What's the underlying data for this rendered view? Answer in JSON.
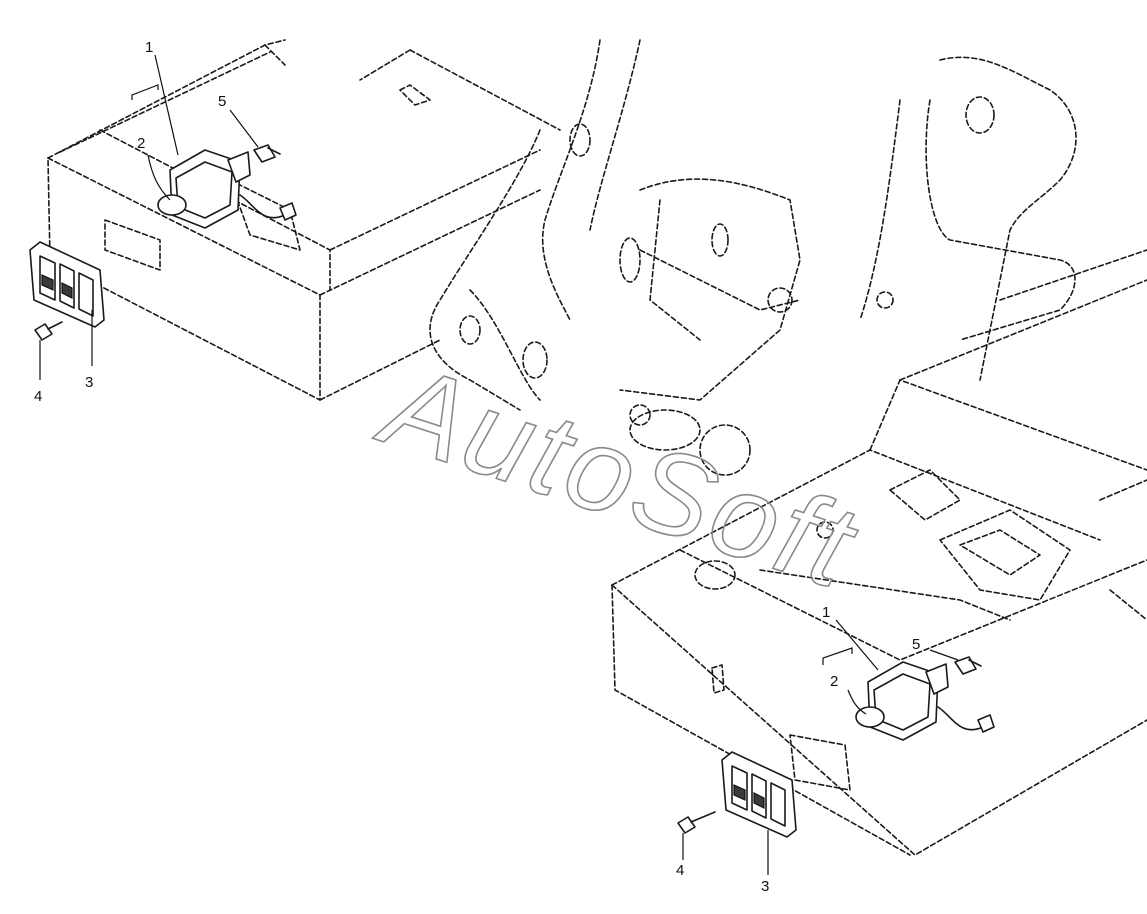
{
  "watermark": "AutoSoft",
  "left_assembly": {
    "callouts": [
      {
        "id": "1",
        "label": "1"
      },
      {
        "id": "2",
        "label": "2"
      },
      {
        "id": "3",
        "label": "3"
      },
      {
        "id": "4",
        "label": "4"
      },
      {
        "id": "5",
        "label": "5"
      }
    ]
  },
  "right_assembly": {
    "callouts": [
      {
        "id": "1",
        "label": "1"
      },
      {
        "id": "2",
        "label": "2"
      },
      {
        "id": "3",
        "label": "3"
      },
      {
        "id": "4",
        "label": "4"
      },
      {
        "id": "5",
        "label": "5"
      }
    ]
  }
}
